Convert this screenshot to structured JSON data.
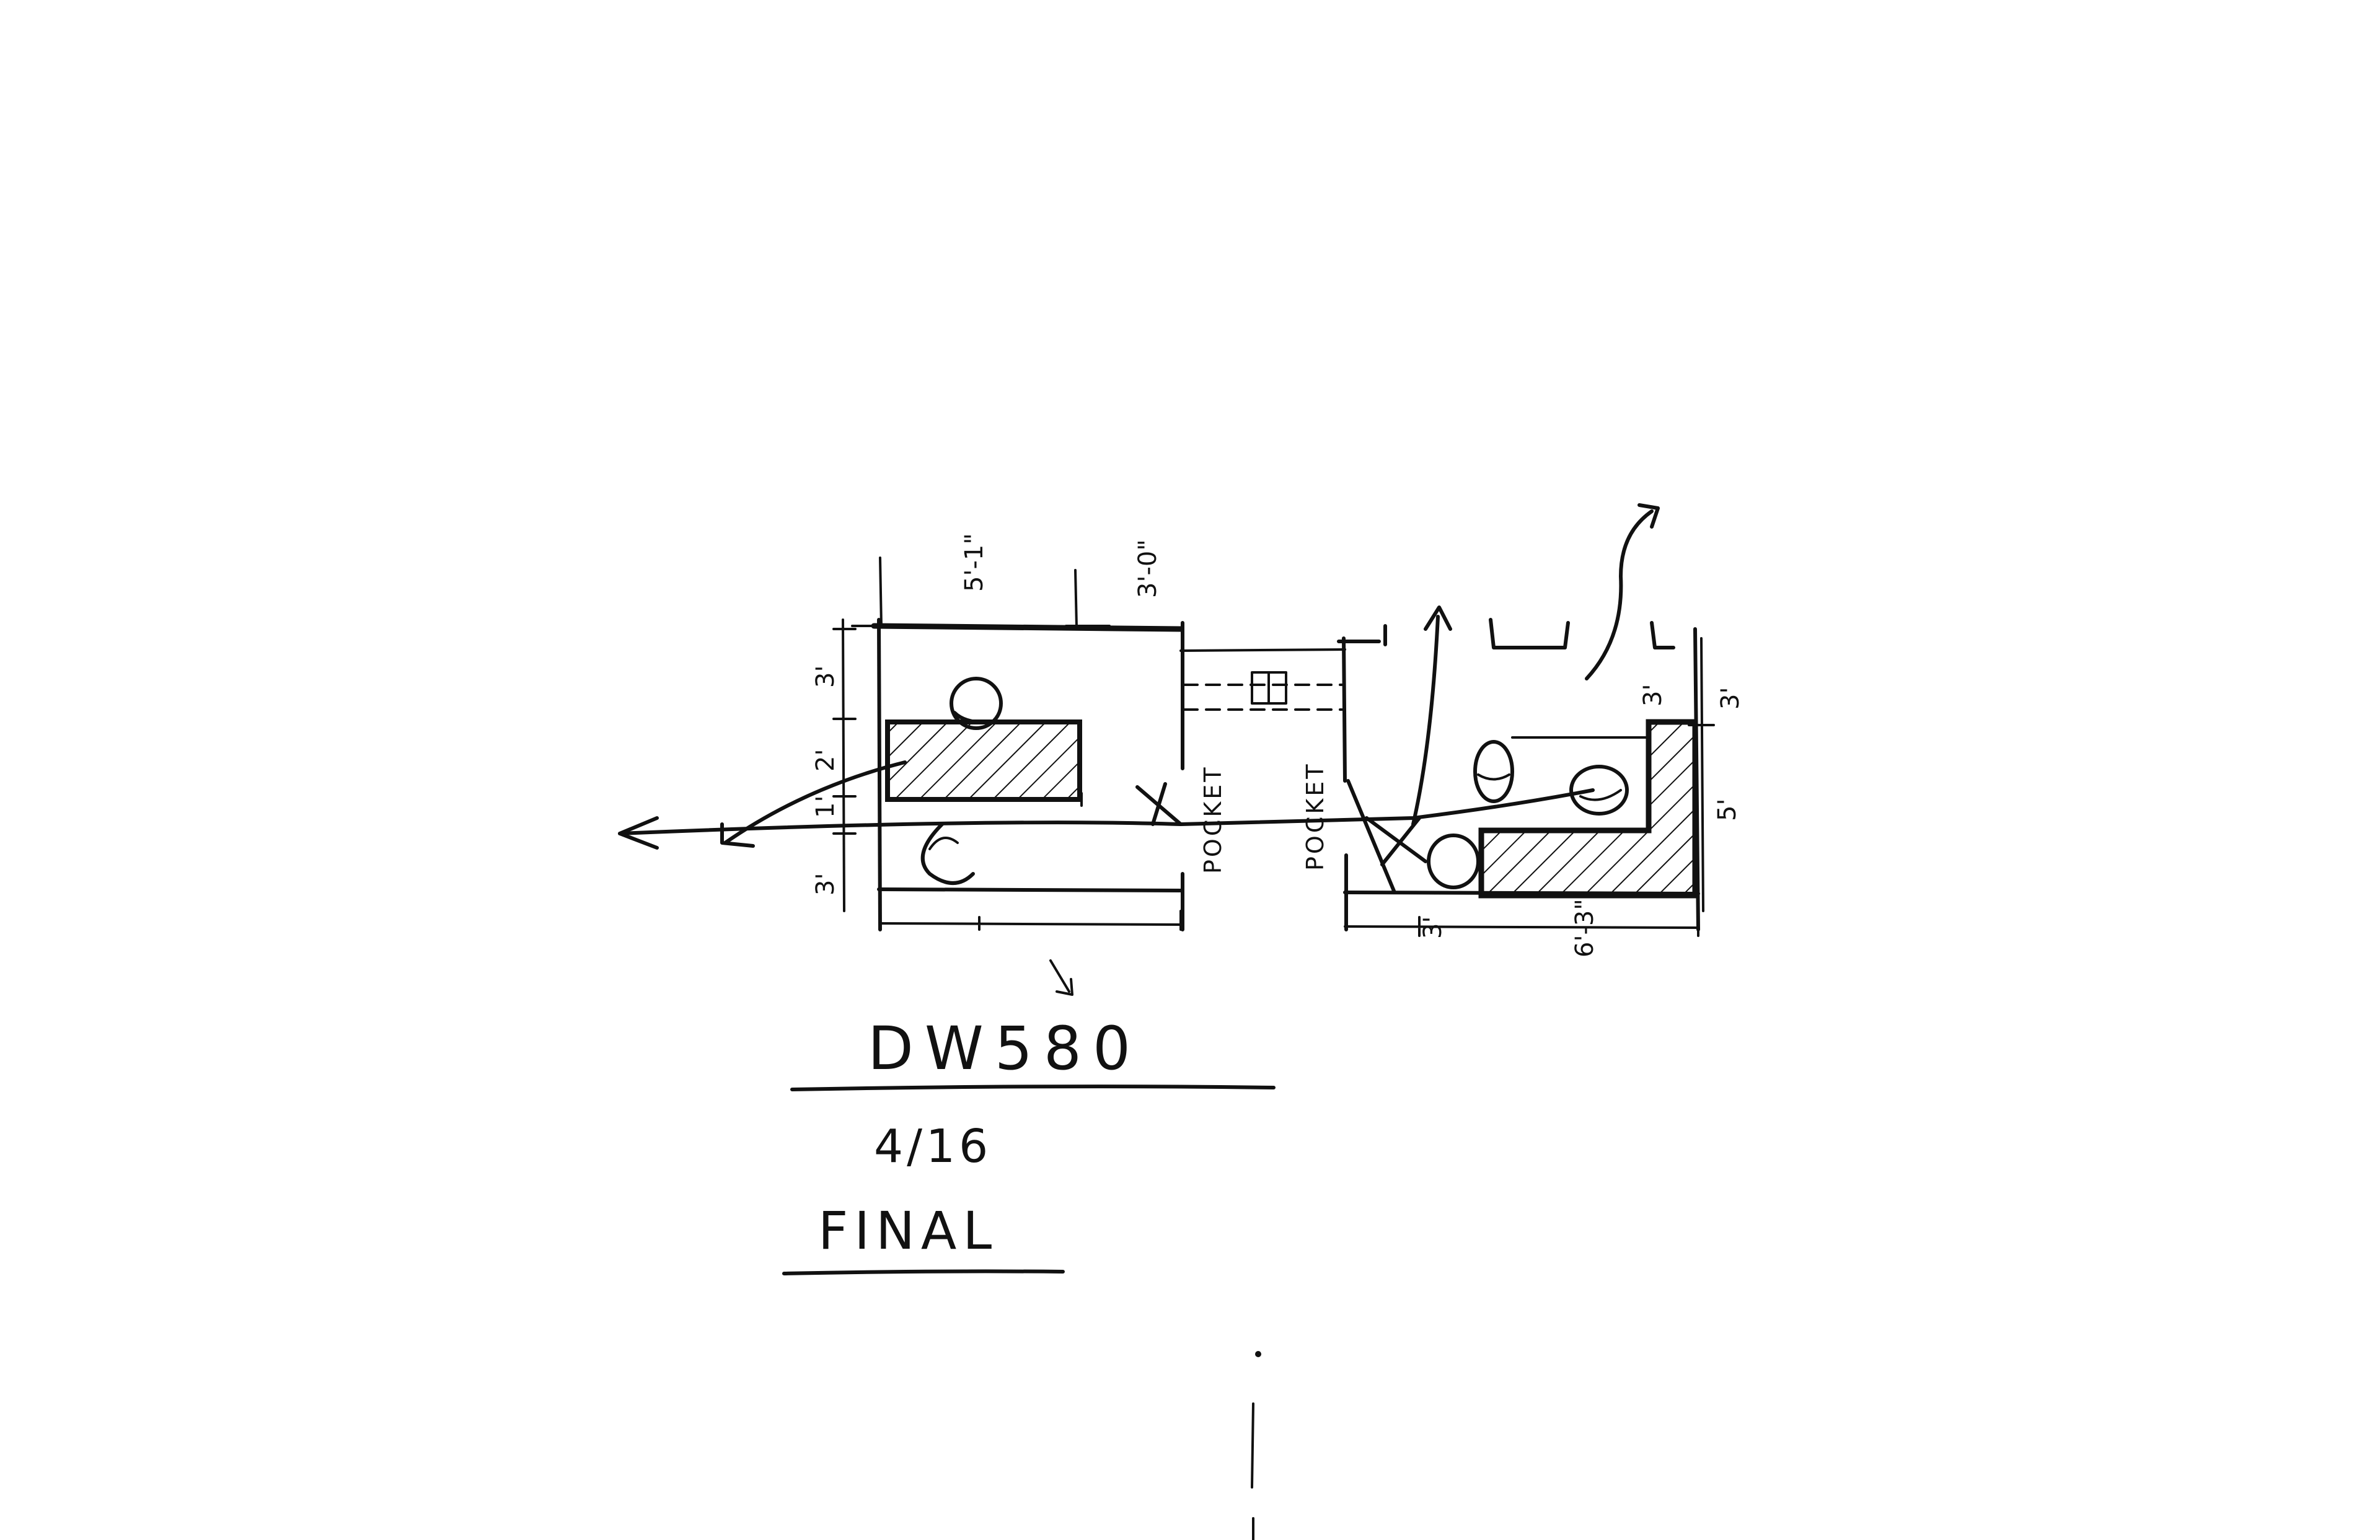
{
  "title_block": {
    "project": "DW580",
    "date": "4/16",
    "status": "FINAL"
  },
  "dimensions": {
    "left_top_width": "5'-1\"",
    "left_door": "3'-0\"",
    "left_side_top": "3'",
    "left_side_mid": "2'",
    "left_side_low": "1'",
    "left_side_bottom": "3'",
    "right_side_top": "3'",
    "right_corner": "3'",
    "right_side_mid": "5'",
    "right_bottom_left": "3'",
    "right_bottom_main": "6'-3\""
  },
  "labels": {
    "pocket_left": "POCKET",
    "pocket_right": "POCKET"
  }
}
